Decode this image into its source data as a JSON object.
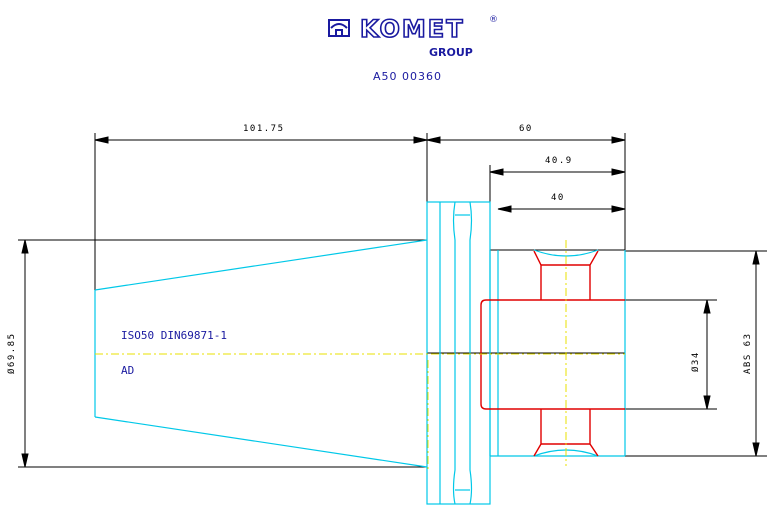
{
  "brand": {
    "name": "KOMET",
    "registered": "®",
    "group": "GROUP",
    "brand_color": "#1a1aa0"
  },
  "part_number": "A50 00360",
  "dimensions": {
    "total_length_left": "101.75",
    "length_right": "60",
    "length_40_9": "40.9",
    "length_40": "40",
    "diameter_left": "Ø69.85",
    "diameter_center": "Ø34",
    "diameter_right": "ABS 63"
  },
  "labels": {
    "standard": "ISO50 DIN69871-1",
    "variant": "AD"
  },
  "colors": {
    "outline_cyan": "#00c8e8",
    "section_red": "#e00000",
    "centerline_yellow": "#e8e000",
    "dimension_black": "#000000",
    "text_blue": "#1a1aa0"
  }
}
